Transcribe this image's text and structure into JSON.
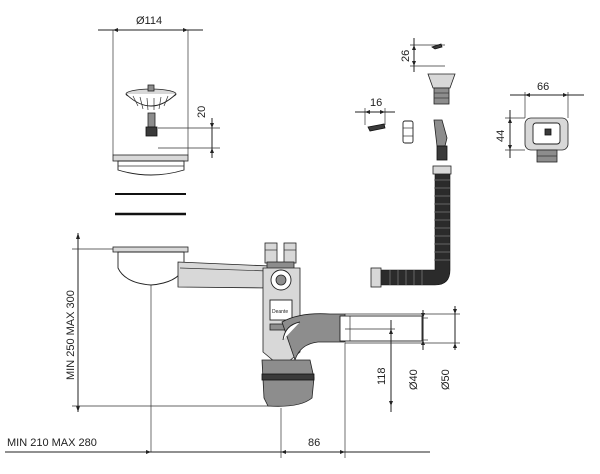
{
  "dimensions": {
    "strainer_diameter": "Ø114",
    "strainer_height": "20",
    "screw_length": "26",
    "clip_width": "16",
    "connector_width": "66",
    "connector_height": "44",
    "total_height": "MIN 250 MAX 300",
    "total_width": "MIN 210 MAX 280",
    "outlet_offset": "86",
    "outlet_height": "118",
    "diameter_40": "Ø40",
    "diameter_50": "Ø50"
  },
  "labels": {
    "overflow_badge": "Deante"
  },
  "colors": {
    "line": "#222222",
    "dark": "#3a3a3a",
    "mid": "#8d8d8d",
    "light": "#d8d8d8"
  }
}
